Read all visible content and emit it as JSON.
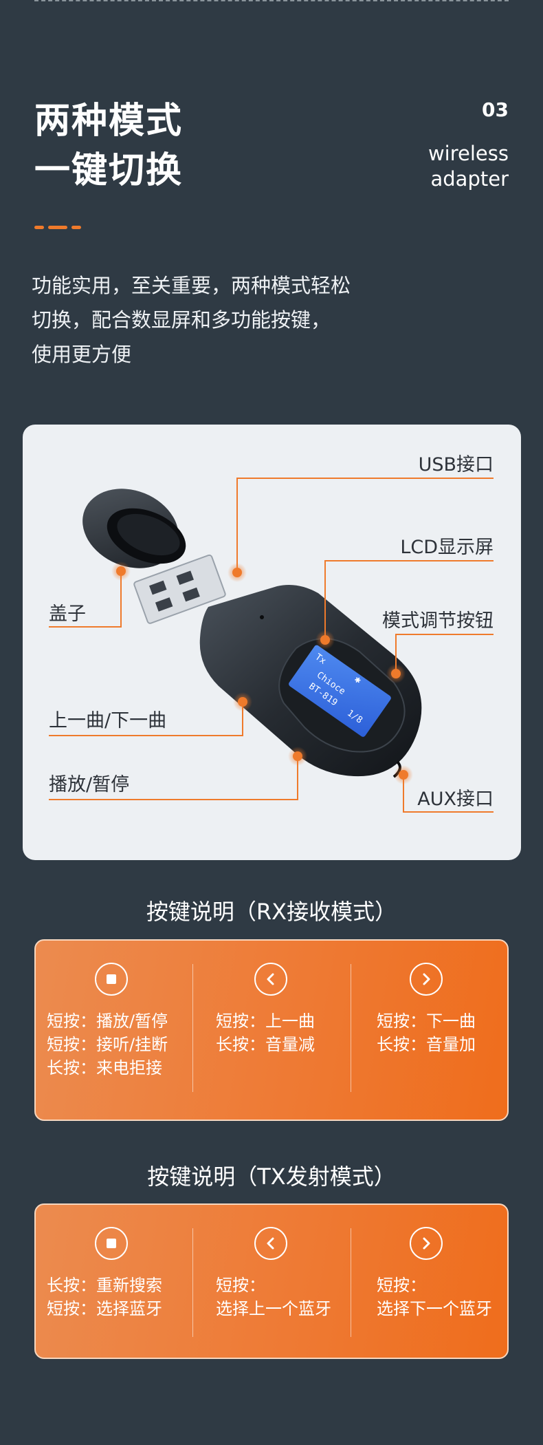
{
  "header": {
    "headline_line1": "两种模式",
    "headline_line2": "一键切换",
    "page_number": "03",
    "english_line1": "wireless",
    "english_line2": "adapter"
  },
  "intro": {
    "line1": "功能实用，至关重要，两种模式轻松",
    "line2": "切换，配合数显屏和多功能按键，",
    "line3": "使用更方便"
  },
  "product": {
    "callouts": {
      "usb": "USB接口",
      "lcd": "LCD显示屏",
      "mode_button": "模式调节按钮",
      "aux": "AUX接口",
      "cap": "盖子",
      "prev_next": "上一曲/下一曲",
      "play_pause": "播放/暂停"
    },
    "lcd_screen": {
      "line1": "Tx",
      "line2": "Chioce",
      "line3": "BT-819",
      "line4": "1/8"
    }
  },
  "rx_section": {
    "title": "按键说明（RX接收模式）",
    "columns": [
      {
        "icon": "stop-square-icon",
        "lines": [
          "短按：播放/暂停",
          "短按：接听/挂断",
          "长按：来电拒接"
        ]
      },
      {
        "icon": "chevron-left-icon",
        "lines": [
          "短按：上一曲",
          "长按：音量减"
        ]
      },
      {
        "icon": "chevron-right-icon",
        "lines": [
          "短按：下一曲",
          "长按：音量加"
        ]
      }
    ]
  },
  "tx_section": {
    "title": "按键说明（TX发射模式）",
    "columns": [
      {
        "icon": "stop-square-icon",
        "lines": [
          "长按：重新搜索",
          "短按：选择蓝牙"
        ]
      },
      {
        "icon": "chevron-left-icon",
        "lines": [
          "短按：",
          "选择上一个蓝牙"
        ]
      },
      {
        "icon": "chevron-right-icon",
        "lines": [
          "短按：",
          "选择下一个蓝牙"
        ]
      }
    ]
  },
  "colors": {
    "background": "#2f3a44",
    "accent_orange": "#ef7a2b",
    "card_background": "#edf0f3"
  }
}
